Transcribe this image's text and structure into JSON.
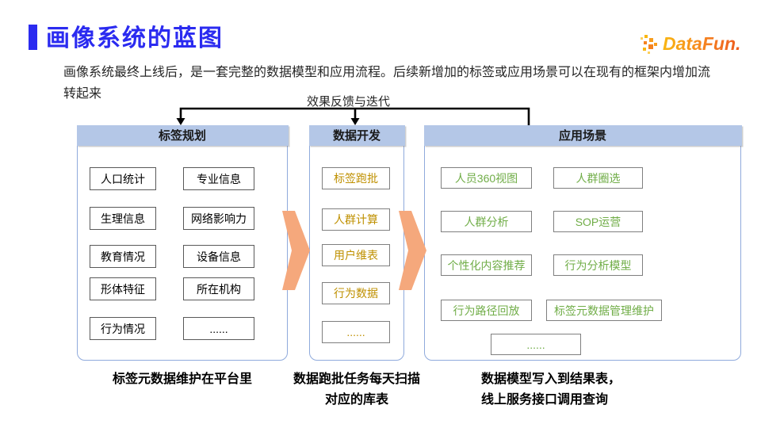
{
  "slide": {
    "title": "画像系统的蓝图",
    "intro_lines": [
      "画像系统最终上线后，是一套完整的数据模型和应用流程。后续新增加的标签或应用场景可以在现有的框架内增加流",
      "转起来"
    ],
    "logo": {
      "text": "DataFun.",
      "icon": "mosaic-squares-icon"
    }
  },
  "diagram": {
    "feedback_label": "效果反馈与迭代",
    "columns": [
      {
        "header": "标签规划",
        "items": [
          "人口统计",
          "专业信息",
          "生理信息",
          "网络影响力",
          "教育情况",
          "设备信息",
          "形体特征",
          "所在机构",
          "行为情况",
          "......"
        ],
        "caption_lines": [
          "标签元数据维护在平台里",
          ""
        ]
      },
      {
        "header": "数据开发",
        "items": [
          "标签跑批",
          "人群计算",
          "用户维表",
          "行为数据",
          "......"
        ],
        "caption_lines": [
          "数据跑批任务每天扫描",
          "对应的库表"
        ]
      },
      {
        "header": "应用场景",
        "items": [
          "人员360视图",
          "人群圈选",
          "人群分析",
          "SOP运营",
          "个性化内容推荐",
          "行为分析模型",
          "行为路径回放",
          "标签元数据管理维护",
          "......"
        ],
        "caption_lines": [
          "数据模型写入到结果表，",
          "线上服务接口调用查询"
        ]
      }
    ],
    "icons": {
      "flow_arrow": "chevron-right-arrow",
      "feedback_connector": "elbow-line-with-down-arrowheads"
    },
    "colors": {
      "title_blue": "#2b2bf0",
      "header_fill": "#b4c7e7",
      "container_border": "#8faadc",
      "tag_box_border": "#595959",
      "dev_text": "#bf9000",
      "app_text": "#70ad47",
      "arrow_fill": "#f5a87c",
      "logo_orange_start": "#f9b612",
      "logo_orange_end": "#ed5a1f"
    }
  }
}
